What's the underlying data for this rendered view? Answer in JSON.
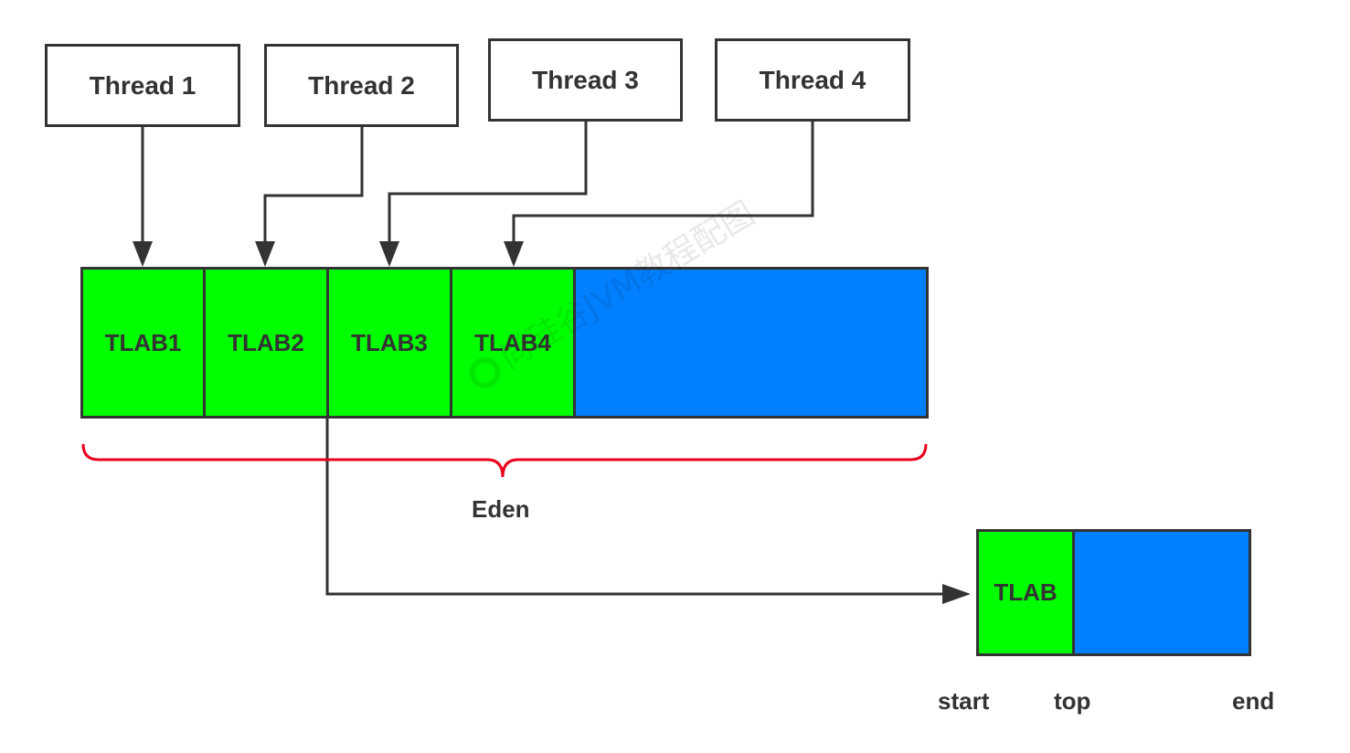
{
  "threads": [
    "Thread 1",
    "Thread 2",
    "Thread 3",
    "Thread 4"
  ],
  "tlabs": [
    "TLAB1",
    "TLAB2",
    "TLAB3",
    "TLAB4"
  ],
  "eden_label": "Eden",
  "detail": {
    "tlab_label": "TLAB",
    "markers": {
      "start": "start",
      "top": "top",
      "end": "end"
    }
  },
  "watermark": "尚硅谷JVM教程配图",
  "colors": {
    "tlab": "#00ff00",
    "free": "#0080ff",
    "brace": "#e8001c",
    "line": "#333333"
  }
}
